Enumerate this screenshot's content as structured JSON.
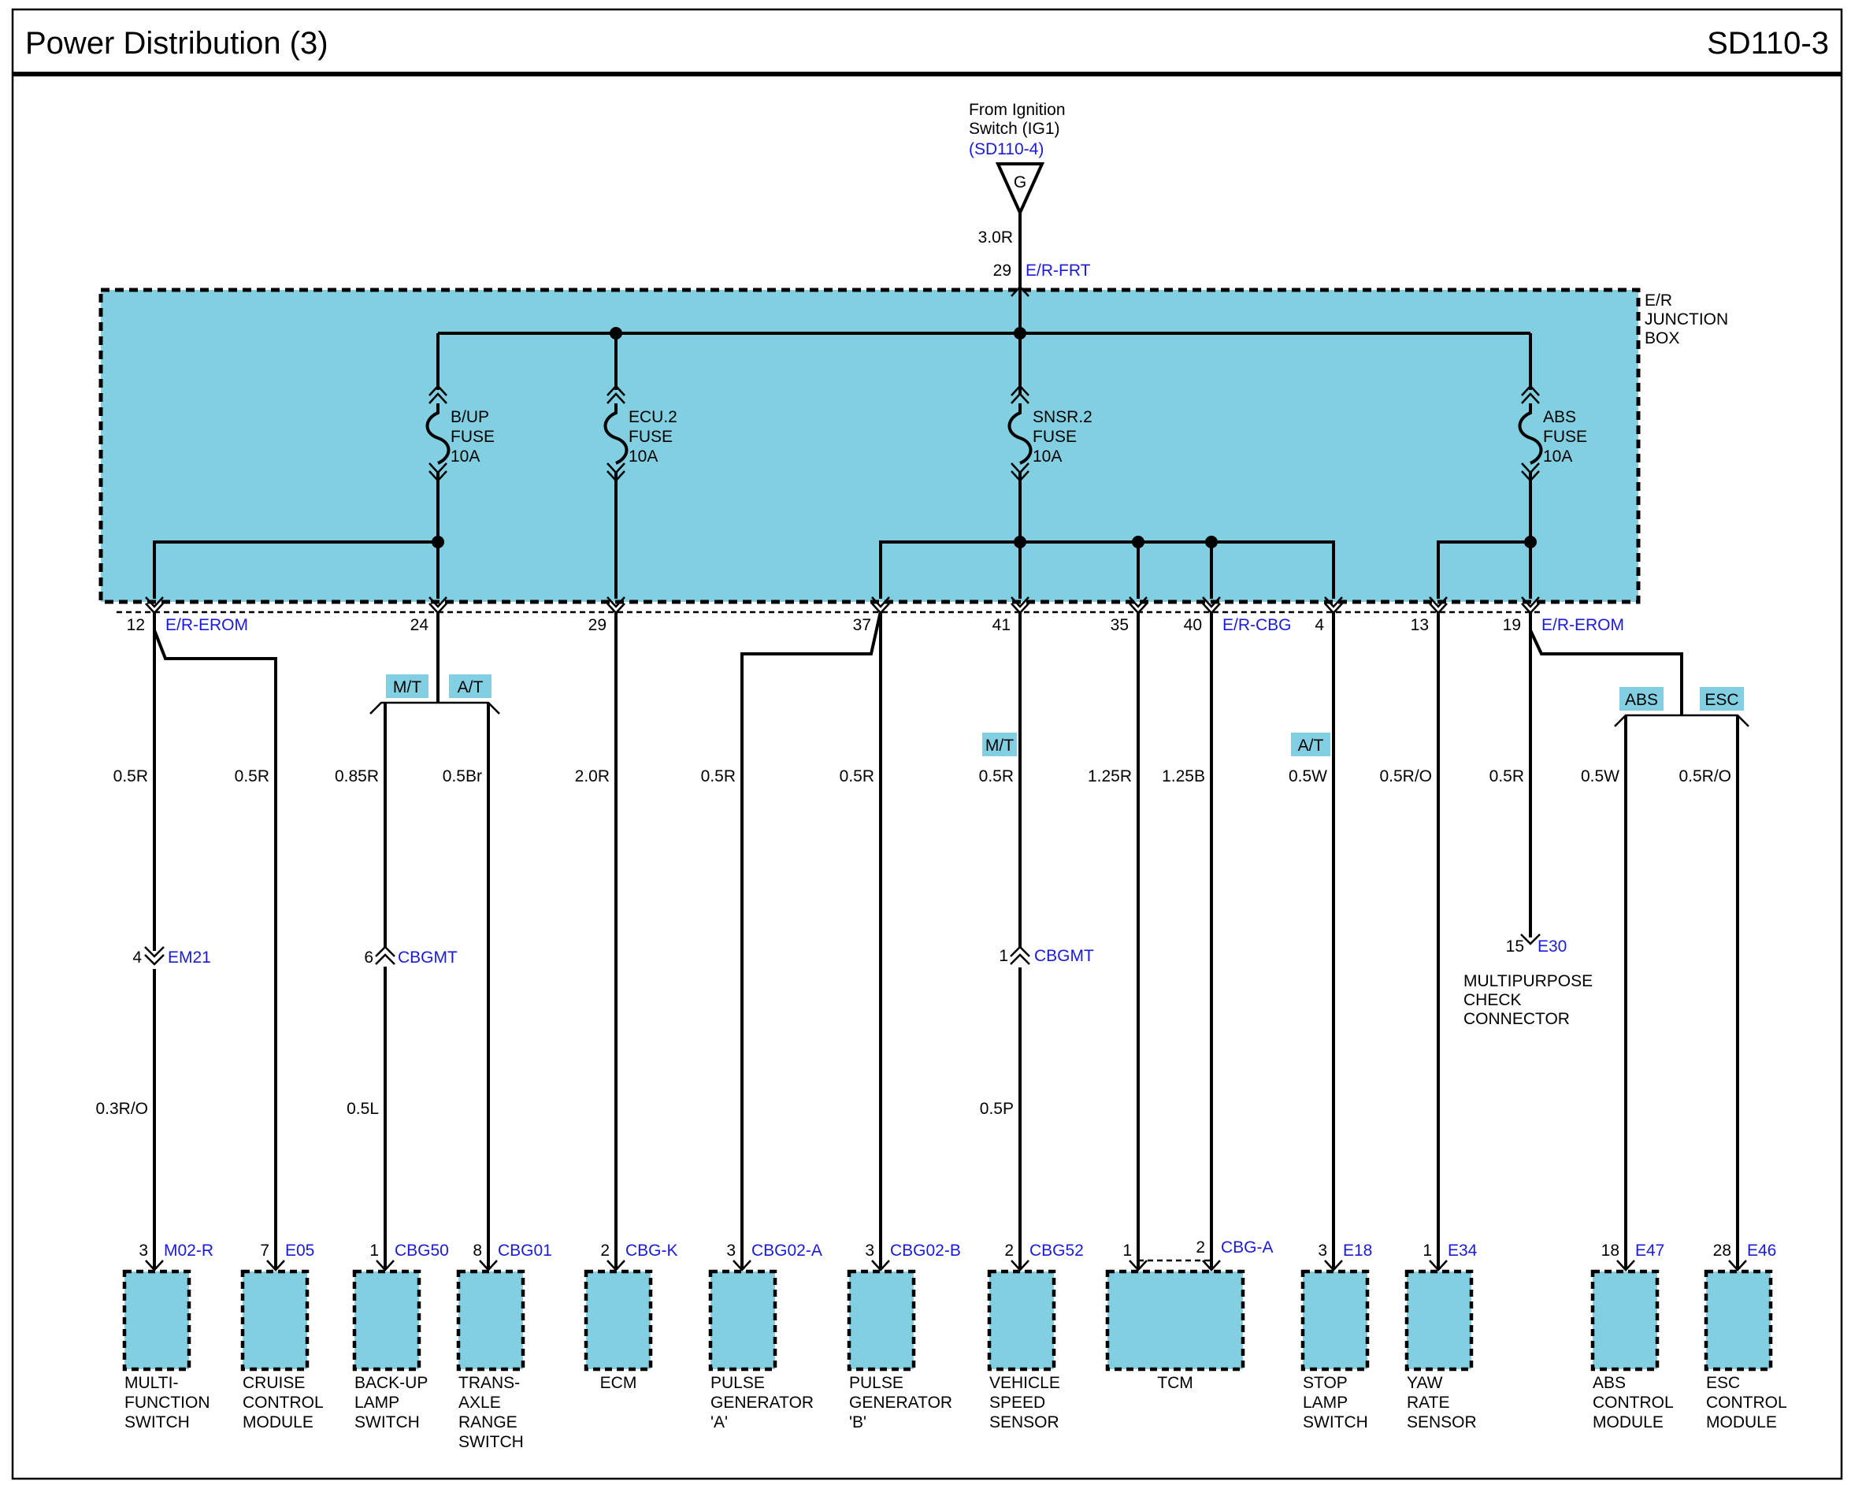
{
  "header": {
    "title": "Power Distribution (3)",
    "code": "SD110-3"
  },
  "source": {
    "line1": "From Ignition",
    "line2": "Switch (IG1)",
    "ref": "(SD110-4)",
    "symbol": "G",
    "wire": "3.0R",
    "pin": "29",
    "connector": "E/R-FRT"
  },
  "junction_box": {
    "line1": "E/R",
    "line2": "JUNCTION",
    "line3": "BOX",
    "fill": "#83cfe2"
  },
  "fuses": [
    {
      "name": "B/UP",
      "type": "FUSE",
      "rating": "10A"
    },
    {
      "name": "ECU.2",
      "type": "FUSE",
      "rating": "10A"
    },
    {
      "name": "SNSR.2",
      "type": "FUSE",
      "rating": "10A"
    },
    {
      "name": "ABS",
      "type": "FUSE",
      "rating": "10A"
    }
  ],
  "box_pins": [
    {
      "pin": "12",
      "connector": "E/R-EROM"
    },
    {
      "pin": "24",
      "connector": ""
    },
    {
      "pin": "29",
      "connector": ""
    },
    {
      "pin": "37",
      "connector": ""
    },
    {
      "pin": "41",
      "connector": ""
    },
    {
      "pin": "35",
      "connector": ""
    },
    {
      "pin": "40",
      "connector": "E/R-CBG"
    },
    {
      "pin": "4",
      "connector": ""
    },
    {
      "pin": "13",
      "connector": ""
    },
    {
      "pin": "19",
      "connector": "E/R-EROM"
    }
  ],
  "option_tags": {
    "mt": "M/T",
    "at": "A/T",
    "abs": "ABS",
    "esc": "ESC"
  },
  "wires_upper": [
    "0.5R",
    "0.5R",
    "0.85R",
    "0.5Br",
    "2.0R",
    "0.5R",
    "0.5R",
    "0.5R",
    "1.25R",
    "1.25B",
    "0.5W",
    "0.5R/O",
    "0.5R",
    "0.5W",
    "0.5R/O"
  ],
  "inline_connectors": [
    {
      "pin": "4",
      "connector": "EM21"
    },
    {
      "pin": "6",
      "connector": "CBGMT"
    },
    {
      "pin": "1",
      "connector": "CBGMT"
    },
    {
      "pin": "15",
      "connector": "E30"
    }
  ],
  "multipurpose": {
    "line1": "MULTIPURPOSE",
    "line2": "CHECK",
    "line3": "CONNECTOR"
  },
  "wires_lower": [
    "0.3R/O",
    "0.5L",
    "0.5P"
  ],
  "components": [
    {
      "pin": "3",
      "connector": "M02-R",
      "label": [
        "MULTI-",
        "FUNCTION",
        "SWITCH"
      ]
    },
    {
      "pin": "7",
      "connector": "E05",
      "label": [
        "CRUISE",
        "CONTROL",
        "MODULE"
      ]
    },
    {
      "pin": "1",
      "connector": "CBG50",
      "label": [
        "BACK-UP",
        "LAMP",
        "SWITCH"
      ]
    },
    {
      "pin": "8",
      "connector": "CBG01",
      "label": [
        "TRANS-",
        "AXLE",
        "RANGE",
        "SWITCH"
      ]
    },
    {
      "pin": "2",
      "connector": "CBG-K",
      "label": [
        "ECM"
      ]
    },
    {
      "pin": "3",
      "connector": "CBG02-A",
      "label": [
        "PULSE",
        "GENERATOR",
        "'A'"
      ]
    },
    {
      "pin": "3",
      "connector": "CBG02-B",
      "label": [
        "PULSE",
        "GENERATOR",
        "'B'"
      ]
    },
    {
      "pin": "2",
      "connector": "CBG52",
      "label": [
        "VEHICLE",
        "SPEED",
        "SENSOR"
      ]
    },
    {
      "pin": "1",
      "pin2": "2",
      "connector": "CBG-A",
      "label": [
        "TCM"
      ]
    },
    {
      "pin": "3",
      "connector": "E18",
      "label": [
        "STOP",
        "LAMP",
        "SWITCH"
      ]
    },
    {
      "pin": "1",
      "connector": "E34",
      "label": [
        "YAW",
        "RATE",
        "SENSOR"
      ]
    },
    {
      "pin": "18",
      "connector": "E47",
      "label": [
        "ABS",
        "CONTROL",
        "MODULE"
      ]
    },
    {
      "pin": "28",
      "connector": "E46",
      "label": [
        "ESC",
        "CONTROL",
        "MODULE"
      ]
    }
  ]
}
